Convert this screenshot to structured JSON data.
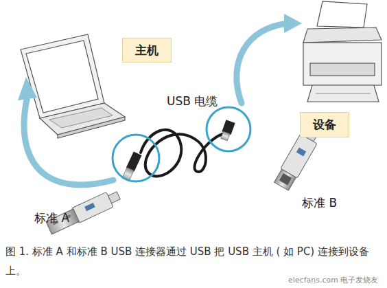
{
  "diagram": {
    "caption": "图 1. 标准 A 和标准 B USB 连接器通过 USB 把 USB 主机 ( 如 PC) 连接到设备上。",
    "nodes": [
      {
        "text": [
          "主机"
        ]
      },
      {
        "text": [
          "设备"
        ]
      }
    ],
    "labels": [
      "USB 电缆",
      "标准 A",
      "标准 B",
      "elecfans.com 电子发烧友"
    ]
  }
}
